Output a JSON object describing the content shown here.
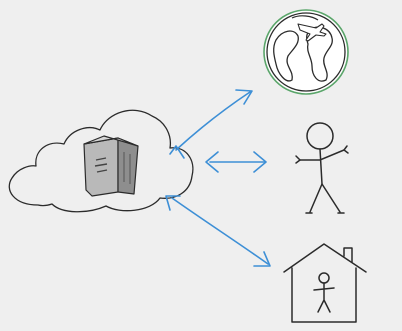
{
  "diagram": {
    "colors": {
      "background": "#efefef",
      "ink": "#2b2b2b",
      "arrow": "#3d8fd6",
      "globe_land": "#ffffff",
      "globe_ring": "#5aa56a"
    },
    "nodes": [
      {
        "id": "cloud-server",
        "icon": "cloud-icon"
      },
      {
        "id": "globe",
        "icon": "globe-icon"
      },
      {
        "id": "person",
        "icon": "stick-figure-icon"
      },
      {
        "id": "house",
        "icon": "house-icon"
      }
    ],
    "edges": [
      {
        "from": "cloud-server",
        "to": "globe",
        "direction": "both"
      },
      {
        "from": "cloud-server",
        "to": "person",
        "direction": "both"
      },
      {
        "from": "cloud-server",
        "to": "house",
        "direction": "both"
      }
    ]
  }
}
